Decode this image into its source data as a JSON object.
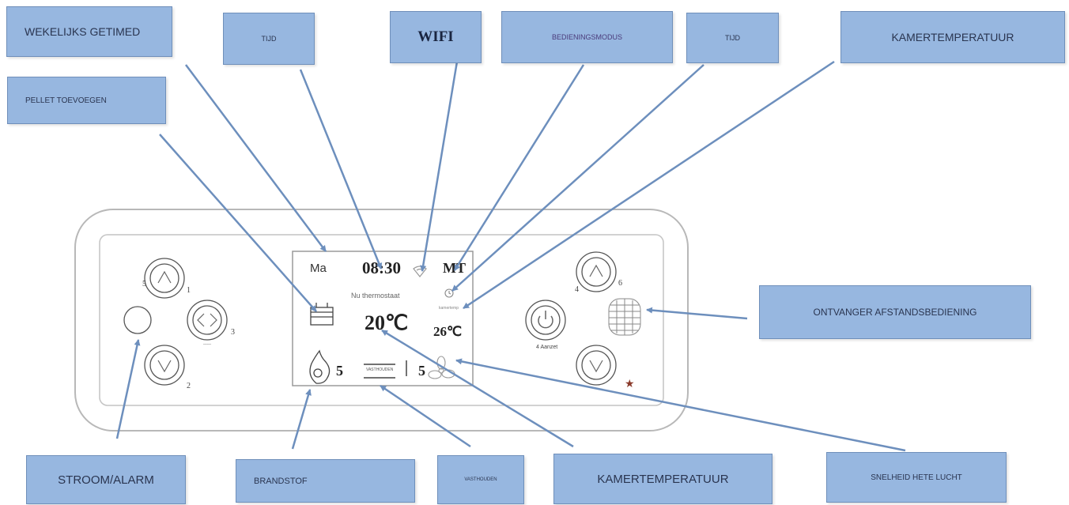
{
  "callouts": {
    "weekly_timer": "WEKELIJKS GETIMED",
    "time_1": "TIJD",
    "wifi": "WIFI",
    "operating_mode": "BEDIENINGSMODUS",
    "time_2": "TIJD",
    "room_temp_top": "KAMERTEMPERATUUR",
    "add_pellet": "PELLET TOEVOEGEN",
    "remote_receiver": "ONTVANGER AFSTANDSBEDIENING",
    "power_alarm": "STROOM/ALARM",
    "fuel": "BRANDSTOF",
    "hold": "VASTHOUDEN",
    "room_temp_bottom": "KAMERTEMPERATUUR",
    "hot_air_speed": "SNELHEID HETE LUCHT"
  },
  "display": {
    "day": "Ma",
    "time": "08:30",
    "mode": "MT",
    "thermostat_label": "Nu thermostaat",
    "small_label": "kamertemp",
    "set_temp": "20℃",
    "room_temp": "26℃",
    "fuel_level": "5",
    "hold_label": "VASTHOUDEN",
    "fan_speed": "5"
  },
  "keys": {
    "k1": "1",
    "k2": "2",
    "k3": "3",
    "k4": "4",
    "k5": "5",
    "k6": "6",
    "power_sub": "4 Aanzet",
    "small_sub": "------"
  },
  "colors": {
    "callout_fill": "#97b7e0",
    "callout_border": "#6f8fba",
    "arrow": "#6d8fbd",
    "outline": "#b8b8b8"
  }
}
